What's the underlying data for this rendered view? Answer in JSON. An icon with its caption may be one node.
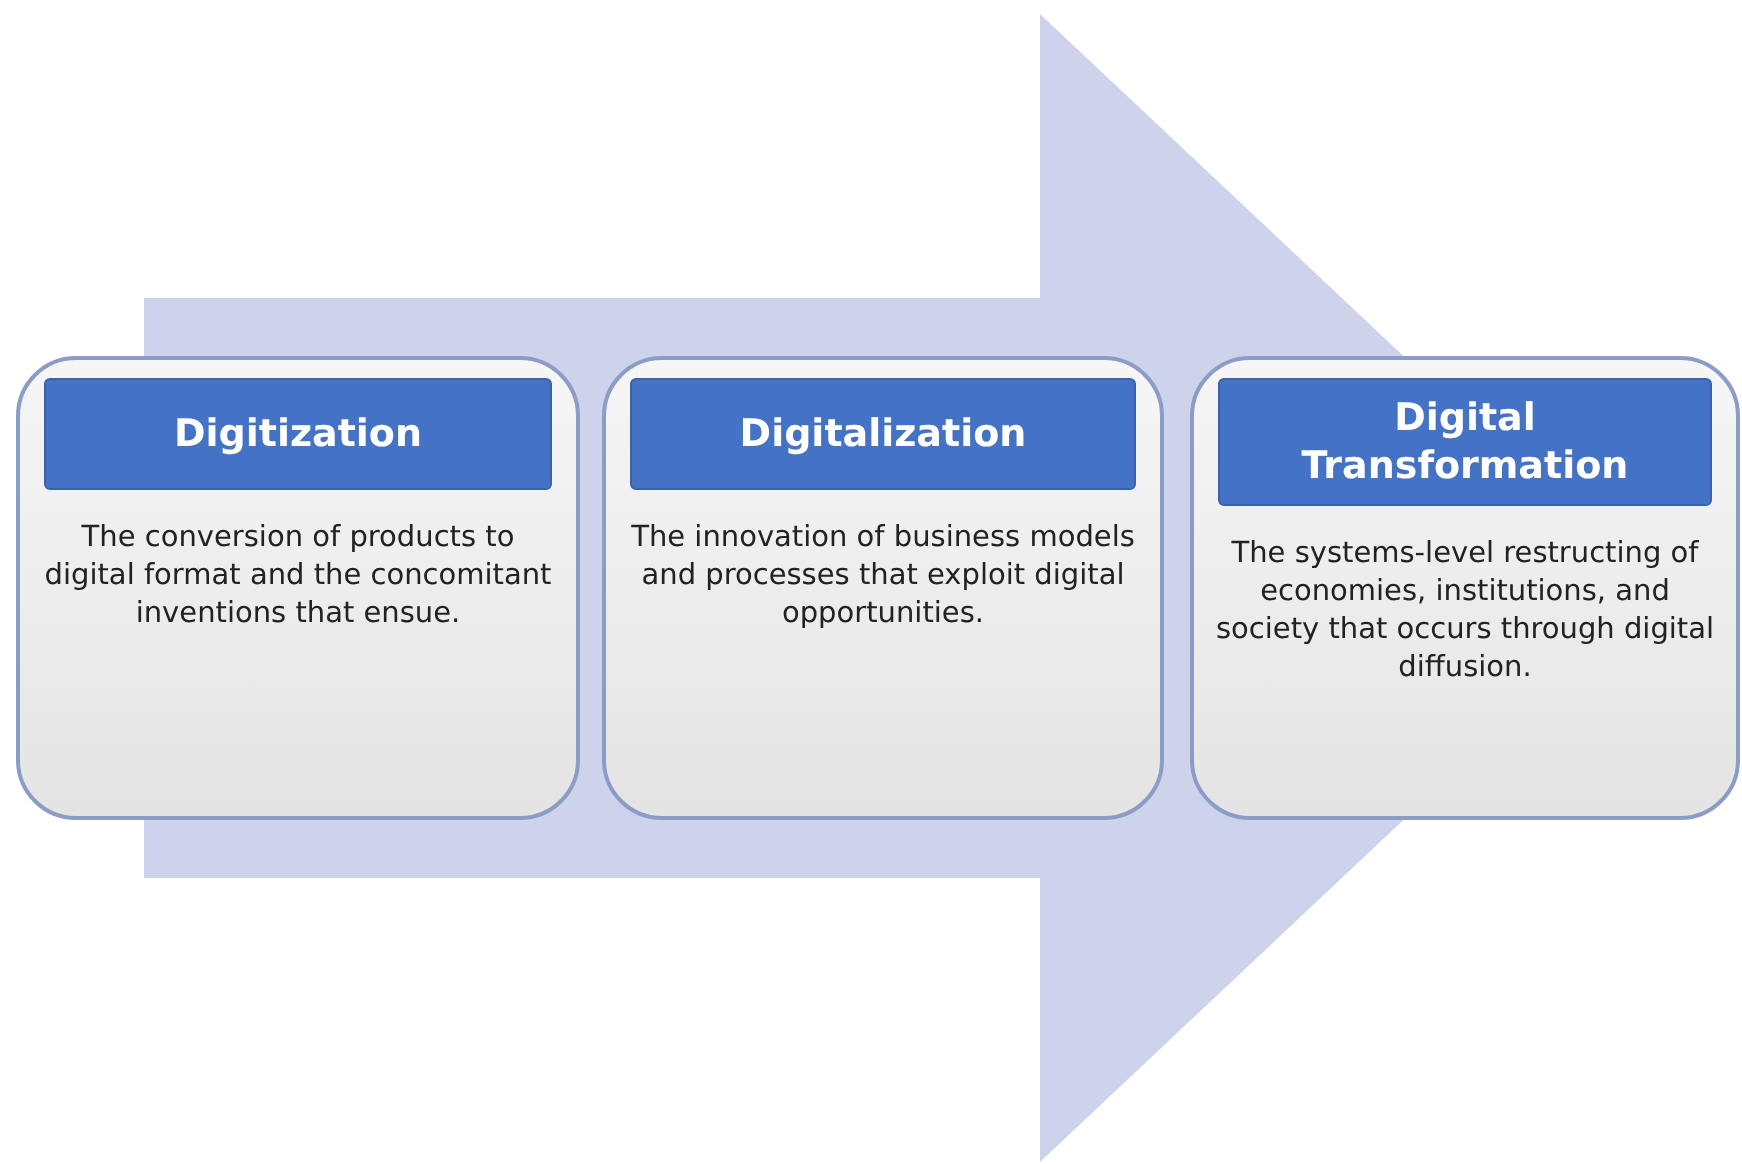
{
  "diagram": {
    "nodes": [
      {
        "text": [
          "Digitization",
          "The conversion of products to digital format and the concomitant inventions that ensue."
        ]
      },
      {
        "text": [
          "Digitalization",
          "The innovation of business models and processes that exploit digital opportunities."
        ]
      },
      {
        "text": [
          "Digital Transformation",
          "The systems-level restructing of economies, institutions, and society that occurs through digital diffusion."
        ]
      }
    ],
    "edges": [
      {
        "from": 0,
        "to": 2,
        "arrow": "to",
        "style": "thick"
      }
    ]
  }
}
